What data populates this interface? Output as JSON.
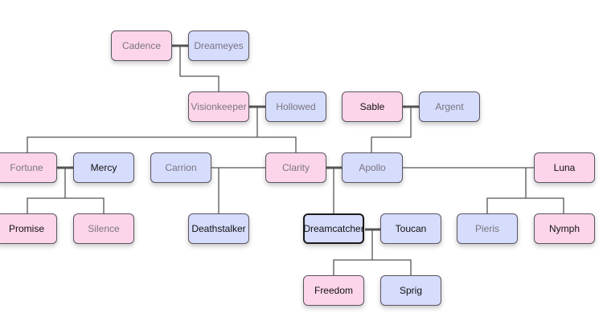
{
  "diagram": {
    "type": "family-tree",
    "colors": {
      "female_fill": "#fdd5ea",
      "male_fill": "#d6dcfc",
      "line": "#555555",
      "text_dim": "#7a7580",
      "text_bright": "#111111"
    },
    "nodes": [
      {
        "id": "cadence",
        "label": "Cadence",
        "gender": "female",
        "emphasis": "dim"
      },
      {
        "id": "dreameyes",
        "label": "Dreameyes",
        "gender": "male",
        "emphasis": "dim"
      },
      {
        "id": "visionkeeper",
        "label": "Visionkeeper",
        "gender": "female",
        "emphasis": "dim"
      },
      {
        "id": "hollowed",
        "label": "Hollowed",
        "gender": "male",
        "emphasis": "dim"
      },
      {
        "id": "sable",
        "label": "Sable",
        "gender": "female",
        "emphasis": "bright"
      },
      {
        "id": "argent",
        "label": "Argent",
        "gender": "male",
        "emphasis": "dim"
      },
      {
        "id": "fortune",
        "label": "Fortune",
        "gender": "female",
        "emphasis": "dim"
      },
      {
        "id": "mercy",
        "label": "Mercy",
        "gender": "male",
        "emphasis": "bright"
      },
      {
        "id": "carrion",
        "label": "Carrion",
        "gender": "male",
        "emphasis": "dim"
      },
      {
        "id": "clarity",
        "label": "Clarity",
        "gender": "female",
        "emphasis": "dim"
      },
      {
        "id": "apollo",
        "label": "Apollo",
        "gender": "male",
        "emphasis": "dim"
      },
      {
        "id": "luna",
        "label": "Luna",
        "gender": "female",
        "emphasis": "bright"
      },
      {
        "id": "promise",
        "label": "Promise",
        "gender": "female",
        "emphasis": "bright"
      },
      {
        "id": "silence",
        "label": "Silence",
        "gender": "female",
        "emphasis": "dim"
      },
      {
        "id": "deathstalker",
        "label": "Deathstalker",
        "gender": "male",
        "emphasis": "bright"
      },
      {
        "id": "dreamcatcher",
        "label": "Dreamcatcher",
        "gender": "male",
        "emphasis": "bright",
        "selected": true
      },
      {
        "id": "toucan",
        "label": "Toucan",
        "gender": "male",
        "emphasis": "bright"
      },
      {
        "id": "pieris",
        "label": "Pieris",
        "gender": "male",
        "emphasis": "dim"
      },
      {
        "id": "nymph",
        "label": "Nymph",
        "gender": "female",
        "emphasis": "bright"
      },
      {
        "id": "freedom",
        "label": "Freedom",
        "gender": "female",
        "emphasis": "bright"
      },
      {
        "id": "sprig",
        "label": "Sprig",
        "gender": "male",
        "emphasis": "bright"
      }
    ],
    "couples": [
      {
        "partners": [
          "cadence",
          "dreameyes"
        ],
        "children": [
          "visionkeeper"
        ]
      },
      {
        "partners": [
          "visionkeeper",
          "hollowed"
        ],
        "children": [
          "fortune",
          "clarity"
        ]
      },
      {
        "partners": [
          "sable",
          "argent"
        ],
        "children": [
          "apollo"
        ]
      },
      {
        "partners": [
          "fortune",
          "mercy"
        ],
        "children": [
          "promise",
          "silence"
        ]
      },
      {
        "partners": [
          "carrion",
          "clarity"
        ],
        "children": [
          "deathstalker"
        ]
      },
      {
        "partners": [
          "clarity",
          "apollo"
        ],
        "children": [
          "dreamcatcher"
        ]
      },
      {
        "partners": [
          "apollo",
          "luna"
        ],
        "children": [
          "pieris",
          "nymph"
        ]
      },
      {
        "partners": [
          "dreamcatcher",
          "toucan"
        ],
        "children": [
          "freedom",
          "sprig"
        ]
      }
    ]
  }
}
